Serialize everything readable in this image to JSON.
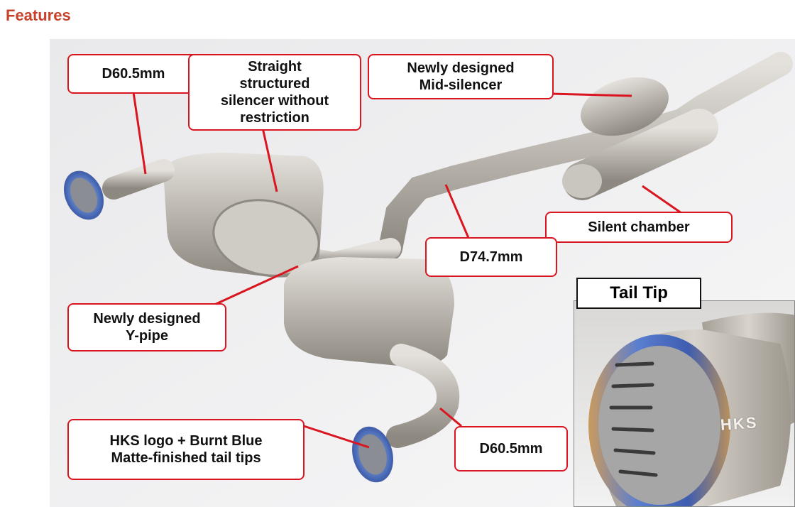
{
  "page": {
    "heading": "Features",
    "heading_color": "#c8412b"
  },
  "callouts": {
    "tip_left_diameter": "D60.5mm",
    "straight_silencer": "Straight\nstructured\nsilencer without\nrestriction",
    "mid_silencer": "Newly designed\nMid-silencer",
    "silent_chamber": "Silent chamber",
    "pipe_diameter": "D74.7mm",
    "y_pipe": "Newly designed\nY-pipe",
    "tail_tips": "HKS logo + Burnt Blue\nMatte-finished tail tips",
    "tip_right_diameter": "D60.5mm"
  },
  "inset": {
    "label": "Tail Tip",
    "logo_text": "HKS"
  },
  "colors": {
    "callout_border": "#d9161f",
    "steel": "#b9b4ad",
    "burnt_blue": "#4a72c4"
  }
}
